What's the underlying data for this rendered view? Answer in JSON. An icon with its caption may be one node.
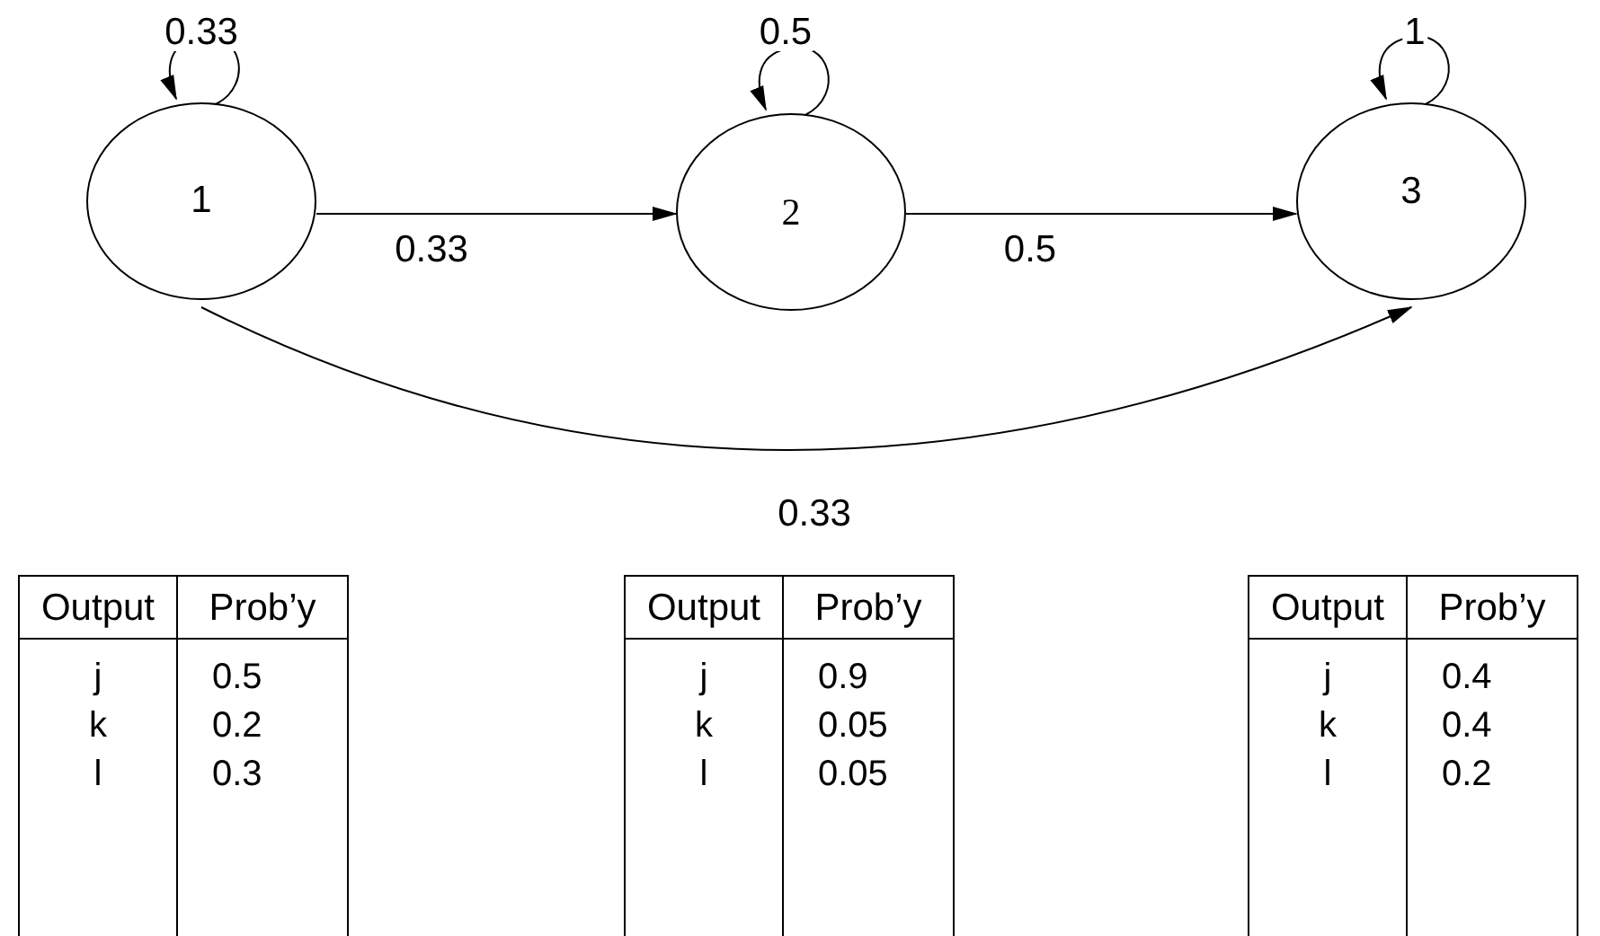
{
  "diagram": {
    "nodes": [
      {
        "text": [
          "1"
        ]
      },
      {
        "text": [
          "2"
        ]
      },
      {
        "text": [
          "3"
        ]
      }
    ],
    "edges": [
      {
        "from": 0,
        "to": 0,
        "arrow": "to",
        "label": "0.33"
      },
      {
        "from": 1,
        "to": 1,
        "arrow": "to",
        "label": "0.5"
      },
      {
        "from": 2,
        "to": 2,
        "arrow": "to",
        "label": "1"
      },
      {
        "from": 0,
        "to": 1,
        "arrow": "to",
        "label": "0.33"
      },
      {
        "from": 1,
        "to": 2,
        "arrow": "to",
        "label": "0.5"
      },
      {
        "from": 0,
        "to": 2,
        "arrow": "to",
        "label": "0.33"
      }
    ],
    "labels": [
      "Output",
      "Prob’y",
      "j",
      "0.5",
      "k",
      "0.2",
      "l",
      "0.3",
      "Output",
      "Prob’y",
      "j",
      "0.9",
      "k",
      "0.05",
      "l",
      "0.05",
      "Output",
      "Prob’y",
      "j",
      "0.4",
      "k",
      "0.4",
      "l",
      "0.2"
    ]
  }
}
